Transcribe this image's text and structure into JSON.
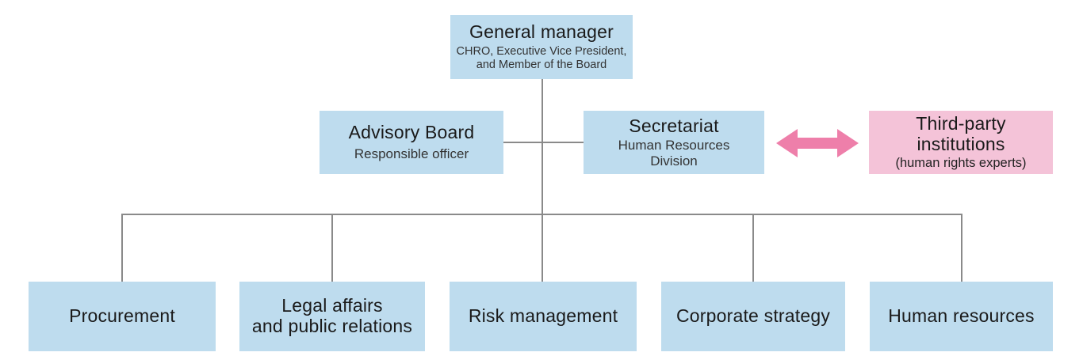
{
  "diagram": {
    "type": "org-chart",
    "palette": {
      "box_blue": "#bedcee",
      "box_pink": "#f4c3d8",
      "arrow_pink": "#ee7faa",
      "line_gray": "#8a8a8a",
      "title_text": "#1a1a1a",
      "subtitle_text": "#333333"
    },
    "boxes": {
      "general_manager": {
        "title": "General manager",
        "subtitle_lines": [
          "CHRO, Executive Vice President,",
          "and Member of the Board"
        ]
      },
      "advisory_board": {
        "title": "Advisory Board",
        "subtitle": "Responsible officer"
      },
      "secretariat": {
        "title": "Secretariat",
        "subtitle_lines": [
          "Human Resources",
          "Division"
        ]
      },
      "third_party": {
        "title_lines": [
          "Third-party",
          "institutions"
        ],
        "subtitle": "(human rights experts)"
      },
      "departments": [
        {
          "title": "Procurement"
        },
        {
          "title_lines": [
            "Legal affairs",
            "and public relations"
          ]
        },
        {
          "title": "Risk management"
        },
        {
          "title": "Corporate strategy"
        },
        {
          "title": "Human resources"
        }
      ]
    },
    "relations": {
      "arrow": "bidirectional link between Secretariat and Third-party institutions"
    }
  }
}
